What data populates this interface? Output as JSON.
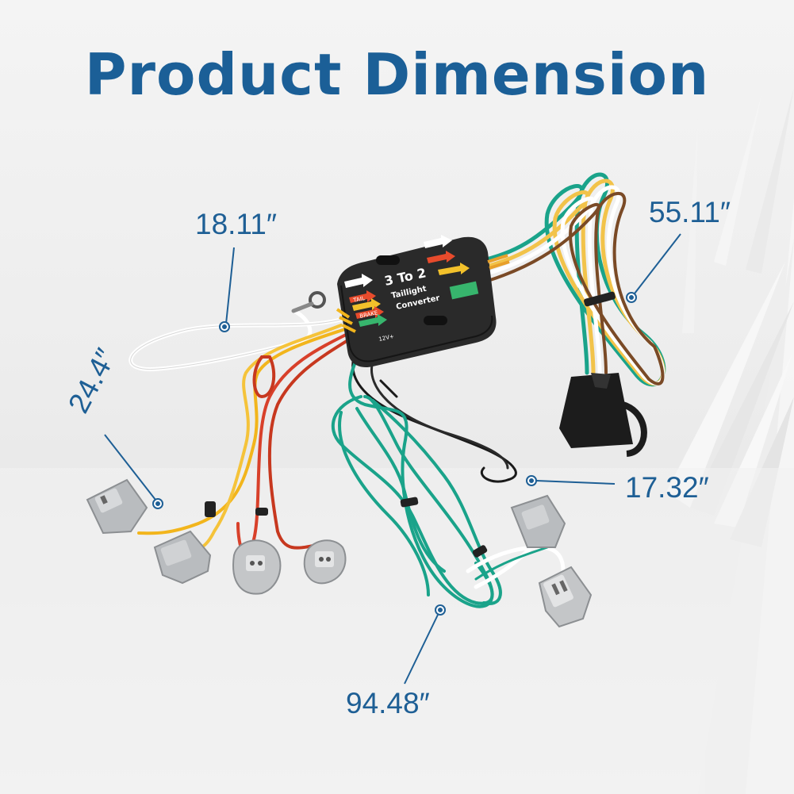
{
  "title": "Product Dimension",
  "converter": {
    "line1": "3 To 2",
    "line2": "Taillight",
    "line3": "Converter",
    "tag_tail": "TAIL",
    "tag_brake": "BRAKE",
    "tag_12v": "12V+"
  },
  "dimensions": {
    "white_wire": "18.11″",
    "four_flat_harness": "55.11″",
    "yellow_red_harness": "24.4″",
    "black_wire": "17.32″",
    "green_harness": "94.48″"
  },
  "colors": {
    "accent": "#1e5f95",
    "wire_green": "#1aa38a",
    "wire_yellow": "#f2b51c",
    "wire_red": "#d8402a",
    "wire_white": "#ffffff",
    "wire_brown": "#7a4a26",
    "box": "#2a2a2a"
  }
}
